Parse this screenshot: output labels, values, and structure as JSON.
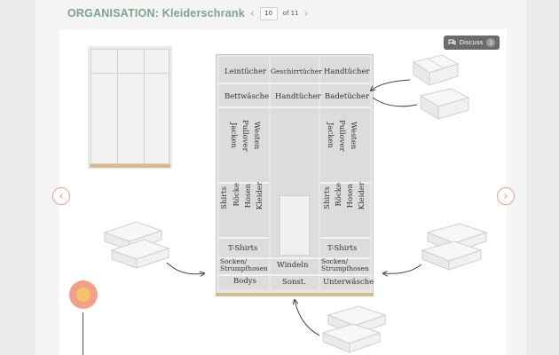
{
  "header": {
    "title": "ORGANISATION: Kleiderschrank",
    "prev_arrow": "‹",
    "next_arrow": "›",
    "page_current": "10",
    "page_total": "of 11"
  },
  "discuss": {
    "label": "Discuss",
    "count": "1"
  },
  "nav": {
    "prev": "‹",
    "next": "›"
  },
  "wardrobe": {
    "top_row": [
      "Leintücher",
      "Geschirrtücher",
      "Handtücher"
    ],
    "second_row": [
      "Bettwäsche",
      "Handtücher",
      "Badetücher"
    ],
    "left_vertical": [
      "Jacken",
      "Pullover",
      "Westen"
    ],
    "right_vertical": [
      "Jacken",
      "Pullover",
      "Westen"
    ],
    "left_lower_vertical": [
      "Shirts",
      "Röcke",
      "Hosen",
      "Kleider"
    ],
    "right_lower_vertical": [
      "Shirts",
      "Röcke",
      "Hosen",
      "Kleider"
    ],
    "left_tshirts": "T-Shirts",
    "right_tshirts": "T-Shirts",
    "left_socks": "Socken/\nStrumpfhosen",
    "right_socks": "Socken/\nStrumpfhosen",
    "middle_windeln": "Windeln",
    "left_bottom": "Bodys",
    "middle_bottom": "Sonst.",
    "right_bottom": "Unterwäsche"
  },
  "colors": {
    "title_green": "#7aa58a",
    "accent_salmon": "#e8937b",
    "discuss_bg": "#6b6b6b",
    "wood": "#d8b98c"
  },
  "icons": [
    "chevron-left-icon",
    "chevron-right-icon",
    "discuss-icon",
    "arrow-icon",
    "storage-box-icon",
    "avatar-icon"
  ]
}
